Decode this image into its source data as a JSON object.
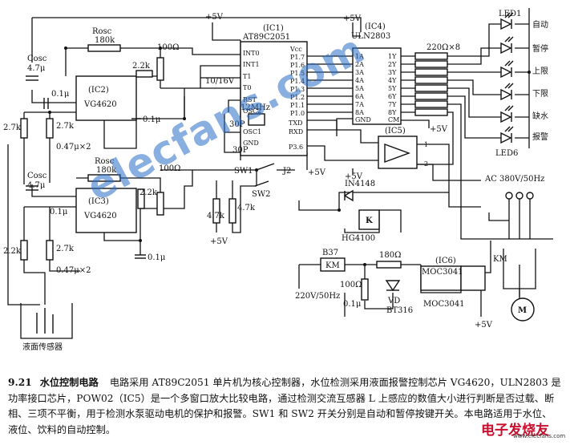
{
  "diagram": {
    "chips": {
      "mcu_name": "(IC1)",
      "mcu_part": "AT89C2051",
      "driver_name": "(IC4)",
      "driver_part": "ULN2803",
      "cmp_name": "(IC5)",
      "sensor_a_name": "(IC2)",
      "sensor_a_part": "VG4620",
      "sensor_b_name": "(IC3)",
      "sensor_b_part": "VG4620",
      "opto_name": "(IC6)",
      "opto_part_a": "MOC3041",
      "opto_part_b": "MOC3041"
    },
    "mcu_pins_left": [
      "INT0",
      "INT1",
      "T1",
      "T0",
      "RST",
      "OSC2",
      "OSC1",
      "GND"
    ],
    "mcu_pins_right": [
      "Vcc",
      "P1.7",
      "P1.6",
      "P1.5",
      "P1.4",
      "P1.3",
      "P1.2",
      "P1.1",
      "P1.0",
      "TXD",
      "RXD",
      "P3.6"
    ],
    "uln_pins_left": [
      "1A",
      "2A",
      "3A",
      "4A",
      "5A",
      "6A",
      "7A",
      "8A",
      "GND"
    ],
    "uln_pins_right": [
      "1Y",
      "2Y",
      "3Y",
      "4Y",
      "5Y",
      "6Y",
      "7Y",
      "8Y",
      "CM"
    ],
    "leds": {
      "top": "LED1",
      "bottom": "LED6",
      "labels": [
        "自动",
        "暂停",
        "上限",
        "下限",
        "缺水",
        "报警"
      ]
    },
    "supply": {
      "vcc": "+5V",
      "ac_main": "AC 380V/50Hz",
      "ac_control": "220V/50Hz"
    },
    "components": {
      "rosc": "Rosc",
      "rosc_val": "180k",
      "cosc": "Cosc",
      "cosc_val": "4.7μ",
      "r100": "100Ω",
      "r180": "180Ω",
      "r22k": "2.2k",
      "r27k": "2.7k",
      "r47k": "4.7k",
      "c01": "0.1μ",
      "c047": "0.47μ×2",
      "c30": "30P",
      "crystal": "12MHz",
      "r220x8": "220Ω×8",
      "r10_16": "10/16V",
      "diode": "IN4148",
      "relay_k": "K",
      "relay_part": "HG4100",
      "km": "KM",
      "b37": "B37",
      "vd": "VD",
      "vd_part": "BT316",
      "sw1": "SW1",
      "sw2": "SW2",
      "j2": "J2",
      "motor": "M",
      "sensor_label": "液面传感器",
      "pin1": "1",
      "pin2": "2"
    }
  },
  "caption": {
    "number": "9.21",
    "title": "水位控制电路",
    "body": "电路采用 AT89C2051 单片机为核心控制器，水位检测采用液面报警控制芯片 VG4620，ULN2803 是功率接口芯片，POW02（IC5）是一个多窗口放大比较电路，通过检测交流互感器 L 上感应的数值大小进行判断是否过载、断相、三项不平衡，用于检测水泵驱动电机的保护和报警。SW1 和 SW2 开关分别是自动和暂停按键开关。本电路适用于水位、液位、饮料的自动控制。"
  },
  "watermark": "elecfans.com",
  "logo": {
    "text": "电子发烧友",
    "url_text": "www.elecfans.com"
  }
}
